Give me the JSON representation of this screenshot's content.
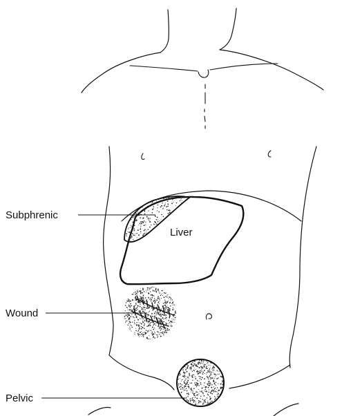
{
  "labels": {
    "subphrenic": "Subphrenic",
    "liver": "Liver",
    "wound": "Wound",
    "pelvic": "Pelvic"
  },
  "colors": {
    "ink": "#111111",
    "stipple": "#2a2a2a",
    "background": "#ffffff"
  }
}
